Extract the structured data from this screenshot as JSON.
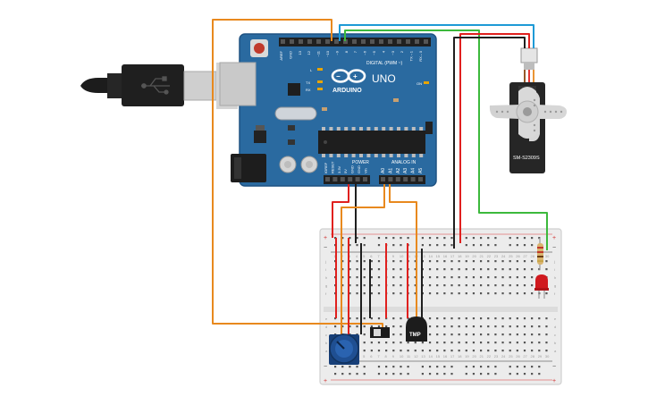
{
  "board": {
    "brand": "ARDUINO",
    "model": "UNO",
    "digital_label": "DIGITAL (PWM ~)",
    "power_label": "POWER",
    "analog_label": "ANALOG IN",
    "on_label": "ON",
    "l_label": "L",
    "tx_label": "TX",
    "rx_label": "RX",
    "top_pins": [
      "AREF",
      "GND",
      "13",
      "12",
      "~11",
      "~10",
      "~9",
      "8",
      "7",
      "~6",
      "~5",
      "4",
      "~3",
      "2",
      "TX→1",
      "RX←0"
    ],
    "power_pins": [
      "IOREF",
      "RESET",
      "3.3V",
      "5V",
      "GND",
      "GND",
      "Vin"
    ],
    "analog_pins": [
      "A0",
      "A1",
      "A2",
      "A3",
      "A4",
      "A5"
    ]
  },
  "servo": {
    "label": "SM-S2309S"
  },
  "sensor": {
    "label": "TMP"
  },
  "breadboard": {
    "row_letters_top": [
      "j",
      "i",
      "h",
      "g",
      "f"
    ],
    "row_letters_bottom": [
      "e",
      "d",
      "c",
      "b",
      "a"
    ],
    "rail_plus": "+",
    "rail_minus": "−"
  },
  "colors": {
    "board": "#2a6aa0",
    "wire_orange": "#e8891e",
    "wire_red": "#e0201e",
    "wire_black": "#1f1f1f",
    "wire_blue": "#1e9ad6",
    "wire_green": "#3cb93c",
    "led": "#d0191e",
    "pot": "#1f4f92"
  },
  "icons": [
    "usb-cable-icon",
    "servo-icon",
    "temperature-sensor-icon",
    "potentiometer-icon",
    "slide-switch-icon",
    "led-icon",
    "resistor-icon"
  ]
}
